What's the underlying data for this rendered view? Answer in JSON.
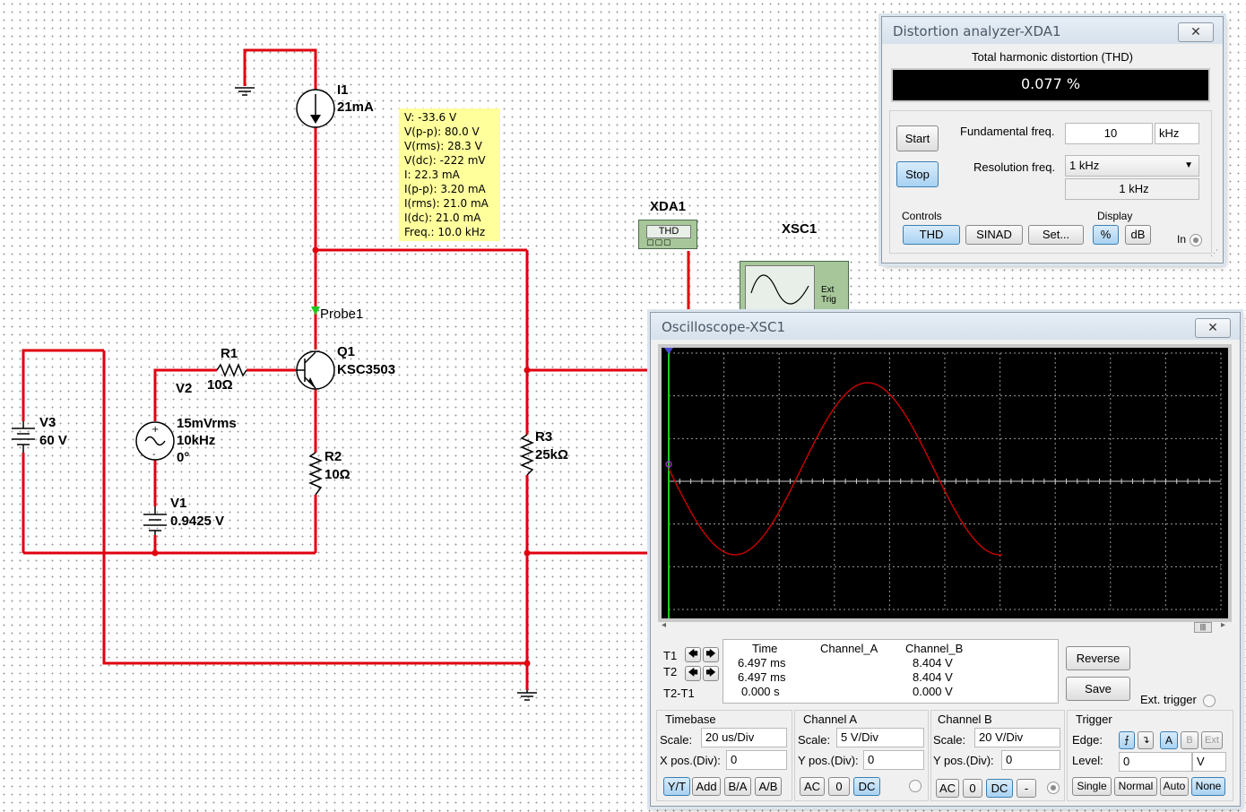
{
  "schematic": {
    "components": {
      "I1": {
        "ref": "I1",
        "value": "21mA"
      },
      "Q1": {
        "ref": "Q1",
        "value": "KSC3503"
      },
      "R1": {
        "ref": "R1",
        "value": "10Ω"
      },
      "R2": {
        "ref": "R2",
        "value": "10Ω"
      },
      "R3": {
        "ref": "R3",
        "value": "25kΩ"
      },
      "V1": {
        "ref": "V1",
        "value": "0.9425 V"
      },
      "V2": {
        "ref": "V2",
        "amplitude": "15mVrms",
        "frequency": "10kHz",
        "phase": "0°"
      },
      "V3": {
        "ref": "V3",
        "value": "60 V"
      },
      "XDA1": {
        "ref": "XDA1",
        "display": "THD"
      },
      "XSC1": {
        "ref": "XSC1",
        "ext_label": "Ext Trig"
      },
      "probe_label": "Probe1"
    },
    "wire_color": "#e0000f",
    "probe_readout": [
      "V: -33.6 V",
      "V(p-p): 80.0 V",
      "V(rms): 28.3 V",
      "V(dc): -222 mV",
      "I: 22.3 mA",
      "I(p-p): 3.20 mA",
      "I(rms): 21.0 mA",
      "I(dc): 21.0 mA",
      "Freq.: 10.0 kHz"
    ]
  },
  "distortion_analyzer": {
    "title": "Distortion analyzer-XDA1",
    "close_glyph": "✕",
    "thd_header": "Total harmonic distortion (THD)",
    "thd_value": "0.077 %",
    "start_label": "Start",
    "stop_label": "Stop",
    "fundamental_label": "Fundamental freq.",
    "fundamental_value": "10",
    "fundamental_unit": "kHz",
    "resolution_label": "Resolution freq.",
    "resolution_selected": "1 kHz",
    "resolution_display": "1 kHz",
    "controls_label": "Controls",
    "thd_button": "THD",
    "sinad_button": "SINAD",
    "set_button": "Set...",
    "display_label": "Display",
    "percent_button": "%",
    "db_button": "dB",
    "in_label": "In"
  },
  "oscilloscope": {
    "title": "Oscilloscope-XSC1",
    "close_glyph": "✕",
    "screen_background": "#000000",
    "trace_color": "#cc0000",
    "readout": {
      "t1_label": "T1",
      "t2_label": "T2",
      "t2t1_label": "T2-T1",
      "headers": [
        "Time",
        "Channel_A",
        "Channel_B"
      ],
      "rows": [
        [
          "6.497 ms",
          "",
          "8.404 V"
        ],
        [
          "6.497 ms",
          "",
          "8.404 V"
        ],
        [
          "0.000 s",
          "",
          "0.000 V"
        ]
      ]
    },
    "reverse_label": "Reverse",
    "save_label": "Save",
    "ext_trigger_label": "Ext. trigger",
    "timebase": {
      "title": "Timebase",
      "scale_label": "Scale:",
      "scale_value": "20 us/Div",
      "xpos_label": "X pos.(Div):",
      "xpos_value": "0",
      "mode_buttons": [
        "Y/T",
        "Add",
        "B/A",
        "A/B"
      ]
    },
    "channel_a": {
      "title": "Channel A",
      "scale_label": "Scale:",
      "scale_value": "5  V/Div",
      "ypos_label": "Y pos.(Div):",
      "ypos_value": "0",
      "coupling": [
        "AC",
        "0",
        "DC"
      ]
    },
    "channel_b": {
      "title": "Channel B",
      "scale_label": "Scale:",
      "scale_value": "20  V/Div",
      "ypos_label": "Y pos.(Div):",
      "ypos_value": "0",
      "coupling": [
        "AC",
        "0",
        "DC",
        "-"
      ]
    },
    "trigger": {
      "title": "Trigger",
      "edge_label": "Edge:",
      "edge_buttons": [
        "A",
        "B",
        "Ext"
      ],
      "level_label": "Level:",
      "level_value": "0",
      "level_unit": "V",
      "mode_buttons": [
        "Single",
        "Normal",
        "Auto",
        "None"
      ]
    }
  }
}
